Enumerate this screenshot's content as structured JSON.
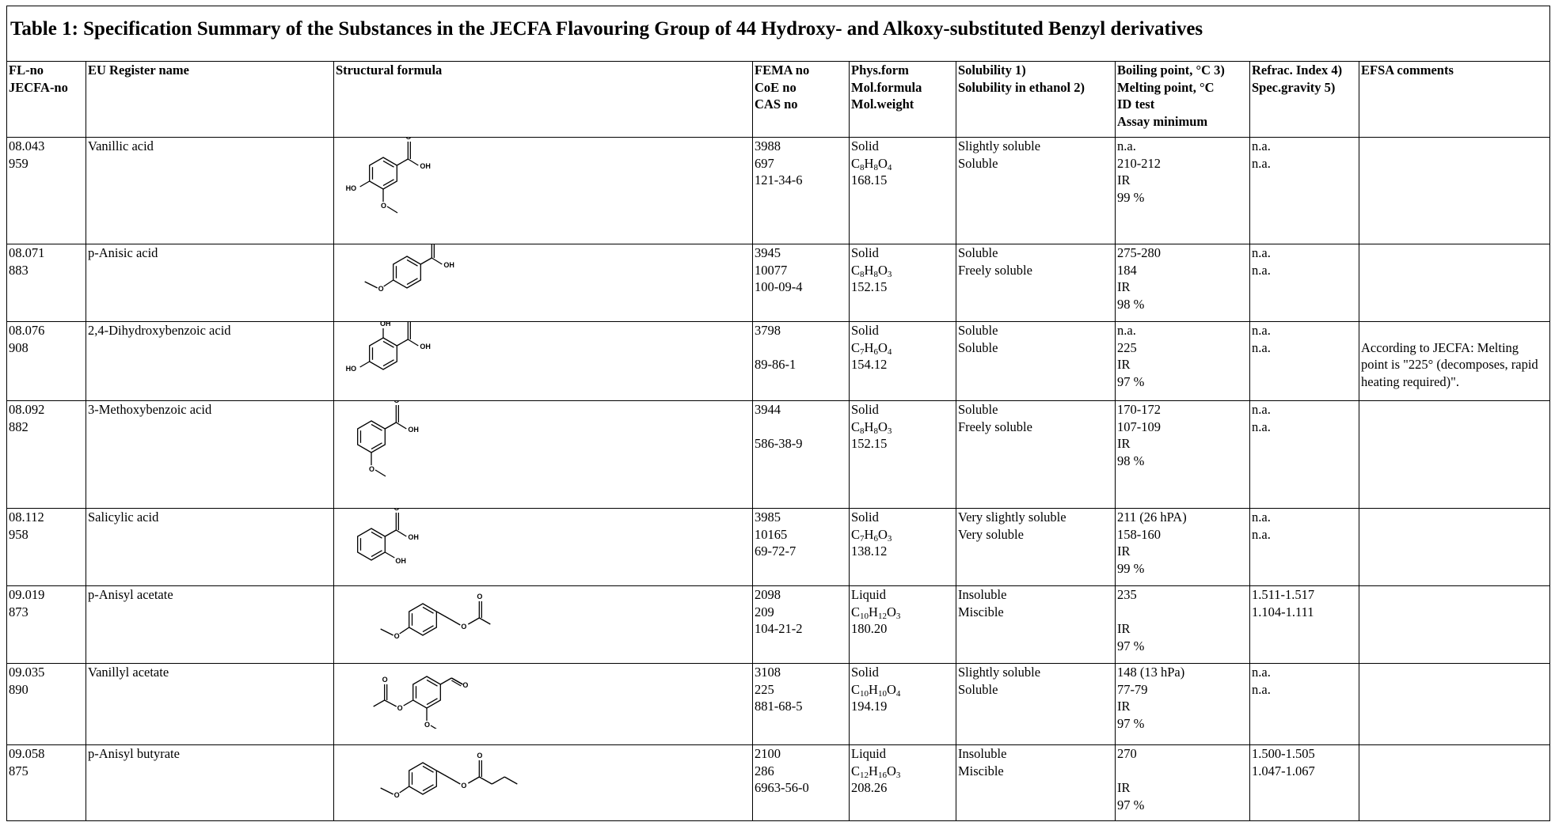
{
  "table": {
    "title": "Table 1: Specification Summary of the Substances in the JECFA Flavouring Group of 44 Hydroxy- and Alkoxy-substituted Benzyl derivatives",
    "headers": {
      "fl": [
        "FL-no",
        "JECFA-no"
      ],
      "name": [
        "EU Register name"
      ],
      "structure": [
        "Structural formula"
      ],
      "fema": [
        "FEMA no",
        "CoE no",
        "CAS no"
      ],
      "phys": [
        "Phys.form",
        "Mol.formula",
        "Mol.weight"
      ],
      "sol": [
        "Solubility 1)",
        "Solubility in ethanol 2)"
      ],
      "bp": [
        "Boiling point, °C 3)",
        "Melting point, °C",
        "ID test",
        "Assay minimum"
      ],
      "refrac": [
        "Refrac. Index 4)",
        "Spec.gravity 5)"
      ],
      "efsa": [
        "EFSA comments"
      ]
    },
    "rows": [
      {
        "fl": [
          "08.043",
          "959"
        ],
        "name": "Vanillic acid",
        "structure_icon": "vanillic-acid-structure-icon",
        "fema": [
          "3988",
          "697",
          "121-34-6"
        ],
        "phys": [
          "Solid",
          "C<sub>8</sub>H<sub>8</sub>O<sub>4</sub>",
          "168.15"
        ],
        "sol": [
          "Slightly soluble",
          "Soluble"
        ],
        "bp": [
          "n.a.",
          "210-212",
          "IR",
          "99 %"
        ],
        "refrac": [
          "n.a.",
          "n.a."
        ],
        "efsa": ""
      },
      {
        "fl": [
          "08.071",
          "883"
        ],
        "name": "p-Anisic acid",
        "structure_icon": "p-anisic-acid-structure-icon",
        "fema": [
          "3945",
          "10077",
          "100-09-4"
        ],
        "phys": [
          "Solid",
          "C<sub>8</sub>H<sub>8</sub>O<sub>3</sub>",
          "152.15"
        ],
        "sol": [
          "Soluble",
          "Freely soluble"
        ],
        "bp": [
          "275-280",
          "184",
          "IR",
          "98 %"
        ],
        "refrac": [
          "n.a.",
          "n.a."
        ],
        "efsa": ""
      },
      {
        "fl": [
          "08.076",
          "908"
        ],
        "name": "2,4-Dihydroxybenzoic acid",
        "structure_icon": "dihydroxybenzoic-acid-structure-icon",
        "fema": [
          "3798",
          "",
          "89-86-1"
        ],
        "phys": [
          "Solid",
          "C<sub>7</sub>H<sub>6</sub>O<sub>4</sub>",
          "154.12"
        ],
        "sol": [
          "Soluble",
          "Soluble"
        ],
        "bp": [
          "n.a.",
          "225",
          "IR",
          "97 %"
        ],
        "refrac": [
          "n.a.",
          "n.a."
        ],
        "efsa": "According to JECFA: Melting point is \"225° (decomposes, rapid heating required)\"."
      },
      {
        "fl": [
          "08.092",
          "882"
        ],
        "name": "3-Methoxybenzoic acid",
        "structure_icon": "methoxybenzoic-acid-structure-icon",
        "fema": [
          "3944",
          "",
          "586-38-9"
        ],
        "phys": [
          "Solid",
          "C<sub>8</sub>H<sub>8</sub>O<sub>3</sub>",
          "152.15"
        ],
        "sol": [
          "Soluble",
          "Freely soluble"
        ],
        "bp": [
          "170-172",
          "107-109",
          "IR",
          "98 %"
        ],
        "refrac": [
          "n.a.",
          "n.a."
        ],
        "efsa": ""
      },
      {
        "fl": [
          "08.112",
          "958"
        ],
        "name": "Salicylic acid",
        "structure_icon": "salicylic-acid-structure-icon",
        "fema": [
          "3985",
          "10165",
          "69-72-7"
        ],
        "phys": [
          "Solid",
          "C<sub>7</sub>H<sub>6</sub>O<sub>3</sub>",
          "138.12"
        ],
        "sol": [
          "Very slightly soluble",
          "Very soluble"
        ],
        "bp": [
          "211 (26 hPA)",
          "158-160",
          "IR",
          "99 %"
        ],
        "refrac": [
          "n.a.",
          "n.a."
        ],
        "efsa": ""
      },
      {
        "fl": [
          "09.019",
          "873"
        ],
        "name": "p-Anisyl acetate",
        "structure_icon": "p-anisyl-acetate-structure-icon",
        "fema": [
          "2098",
          "209",
          "104-21-2"
        ],
        "phys": [
          "Liquid",
          "C<sub>10</sub>H<sub>12</sub>O<sub>3</sub>",
          "180.20"
        ],
        "sol": [
          "Insoluble",
          "Miscible"
        ],
        "bp": [
          "235",
          "",
          "IR",
          "97 %"
        ],
        "refrac": [
          "1.511-1.517",
          "1.104-1.111"
        ],
        "efsa": ""
      },
      {
        "fl": [
          "09.035",
          "890"
        ],
        "name": "Vanillyl acetate",
        "structure_icon": "vanillyl-acetate-structure-icon",
        "fema": [
          "3108",
          "225",
          "881-68-5"
        ],
        "phys": [
          "Solid",
          "C<sub>10</sub>H<sub>10</sub>O<sub>4</sub>",
          "194.19"
        ],
        "sol": [
          "Slightly soluble",
          "Soluble"
        ],
        "bp": [
          "148 (13 hPa)",
          "77-79",
          "IR",
          "97 %"
        ],
        "refrac": [
          "n.a.",
          "n.a."
        ],
        "efsa": ""
      },
      {
        "fl": [
          "09.058",
          "875"
        ],
        "name": "p-Anisyl butyrate",
        "structure_icon": "p-anisyl-butyrate-structure-icon",
        "fema": [
          "2100",
          "286",
          "6963-56-0"
        ],
        "phys": [
          "Liquid",
          "C<sub>12</sub>H<sub>16</sub>O<sub>3</sub>",
          "208.26"
        ],
        "sol": [
          "Insoluble",
          "Miscible"
        ],
        "bp": [
          "270",
          "",
          "IR",
          "97 %"
        ],
        "refrac": [
          "1.500-1.505",
          "1.047-1.067"
        ],
        "efsa": ""
      }
    ]
  },
  "structure_labels": {
    "oh": "OH",
    "ho": "HO",
    "o": "O"
  }
}
